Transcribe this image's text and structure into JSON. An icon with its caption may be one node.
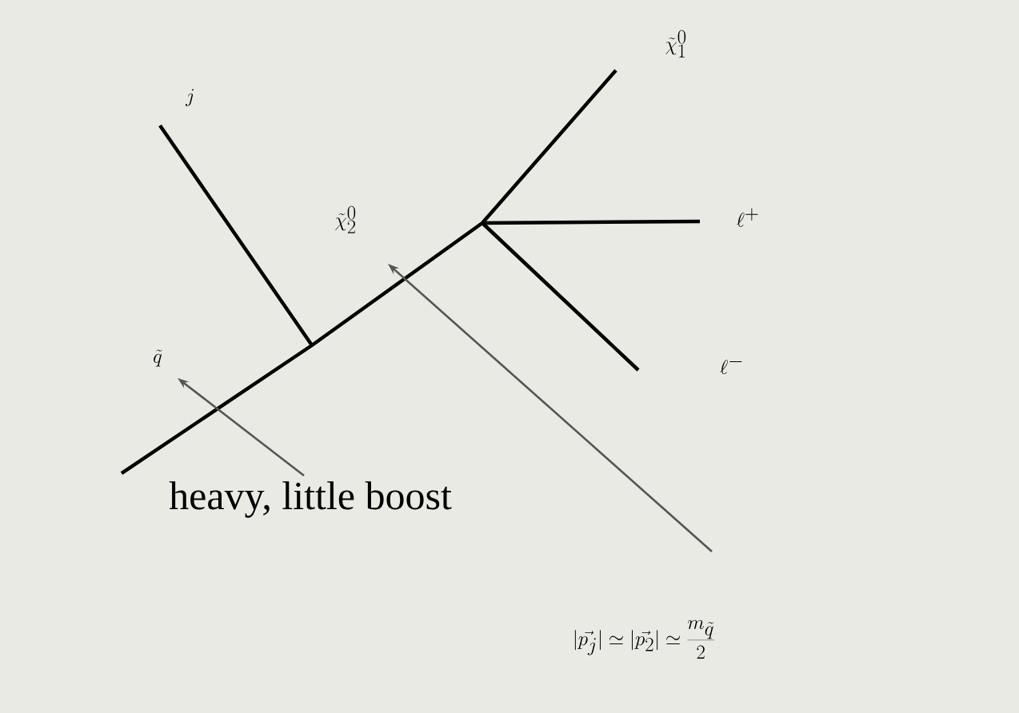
{
  "diagram": {
    "nodes": [
      {
        "text": [
          "heavy, little boost"
        ]
      },
      {
        "text": [
          "|\\vec{p_j}| \\simeq |\\vec{p_2}| \\simeq \\frac{m_{\\tilde{q}}}{2}"
        ]
      }
    ],
    "edges": [
      {
        "from": 0,
        "to": null,
        "arrow": "to"
      },
      {
        "from": 1,
        "to": null,
        "arrow": "to"
      }
    ],
    "labels": [
      "j",
      "\\tilde{\\chi}^0_1",
      "\\tilde{\\chi}^0_2",
      "\\ell^+",
      "\\tilde{q}",
      "\\ell^-"
    ]
  }
}
